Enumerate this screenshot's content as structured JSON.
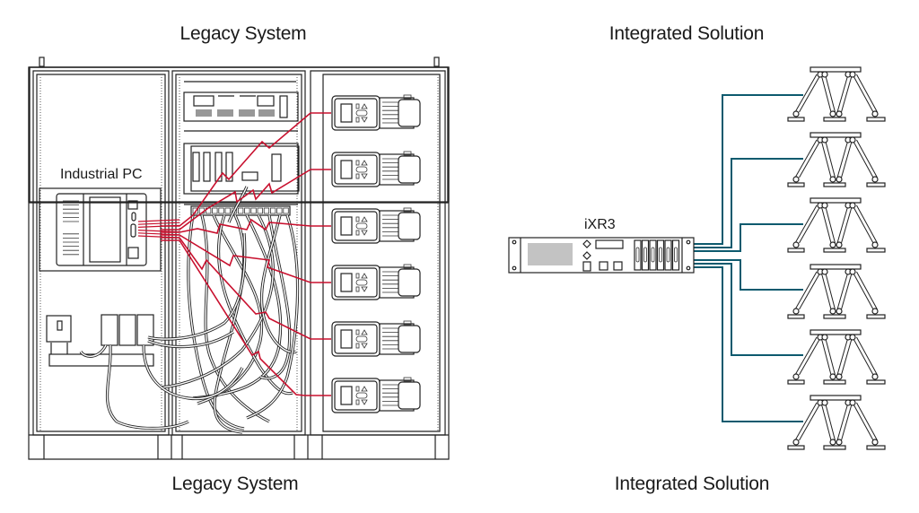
{
  "diagram": {
    "legacy": {
      "title_top": "Legacy System",
      "title_bottom": "Legacy System",
      "pc_label": "Industrial PC",
      "drive_count": 6,
      "connection_color": "#c8102e"
    },
    "integrated": {
      "title_top": "Integrated Solution",
      "title_bottom": "Integrated Solution",
      "controller_label": "iXR3",
      "robot_count": 6,
      "connection_color": "#0d5a6e"
    },
    "line_color": "#222222"
  }
}
